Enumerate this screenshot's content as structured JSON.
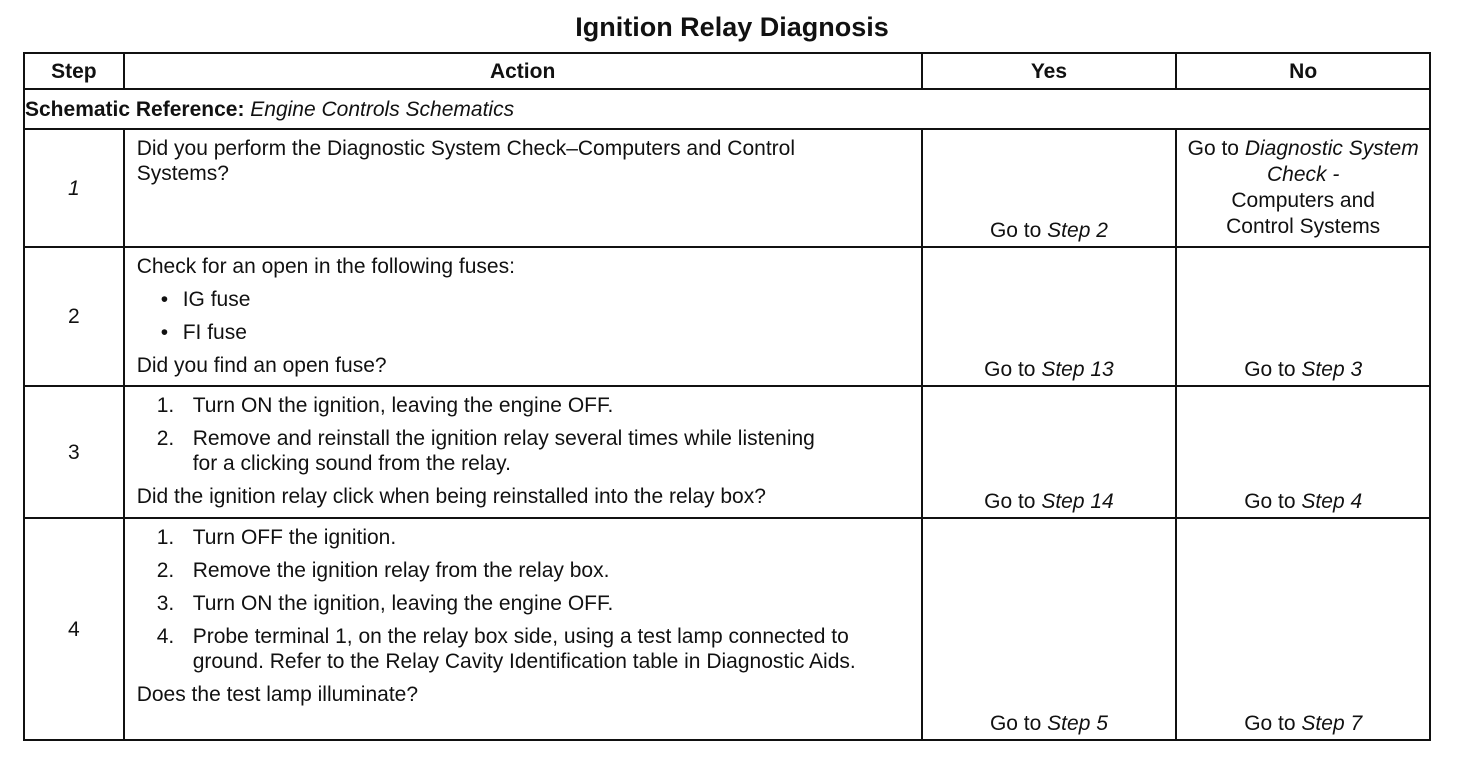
{
  "title": "Ignition Relay Diagnosis",
  "headers": {
    "step": "Step",
    "action": "Action",
    "yes": "Yes",
    "no": "No"
  },
  "schematic": {
    "label": "Schematic Reference:",
    "value": "Engine Controls Schematics"
  },
  "go_to": "Go to",
  "step_word": "Step",
  "rows": [
    {
      "step": "1",
      "action": "Did you perform the Diagnostic System Check–Computers and Control Systems?",
      "yes_step": "2",
      "no_link": "Diagnostic System Check -",
      "no_rest": "Computers and Control Systems"
    },
    {
      "step": "2",
      "intro": "Check for an open in the following fuses:",
      "bullets": [
        "IG fuse",
        "FI fuse"
      ],
      "question": "Did you find an open fuse?",
      "yes_step": "13",
      "no_step": "3"
    },
    {
      "step": "3",
      "items": [
        "Turn ON the ignition, leaving the engine OFF.",
        "Remove and reinstall the ignition relay several times while listening for a clicking sound from the relay."
      ],
      "question": "Did the ignition relay click when being reinstalled into the relay box?",
      "yes_step": "14",
      "no_step": "4"
    },
    {
      "step": "4",
      "items": [
        "Turn OFF the ignition.",
        "Remove the ignition relay from the relay box.",
        "Turn ON the ignition, leaving the engine OFF.",
        "Probe terminal 1, on the relay box side, using a test lamp connected to ground. Refer to the Relay Cavity Identification table in Diagnostic Aids."
      ],
      "question": "Does the test lamp illuminate?",
      "yes_step": "5",
      "no_step": "7"
    }
  ]
}
